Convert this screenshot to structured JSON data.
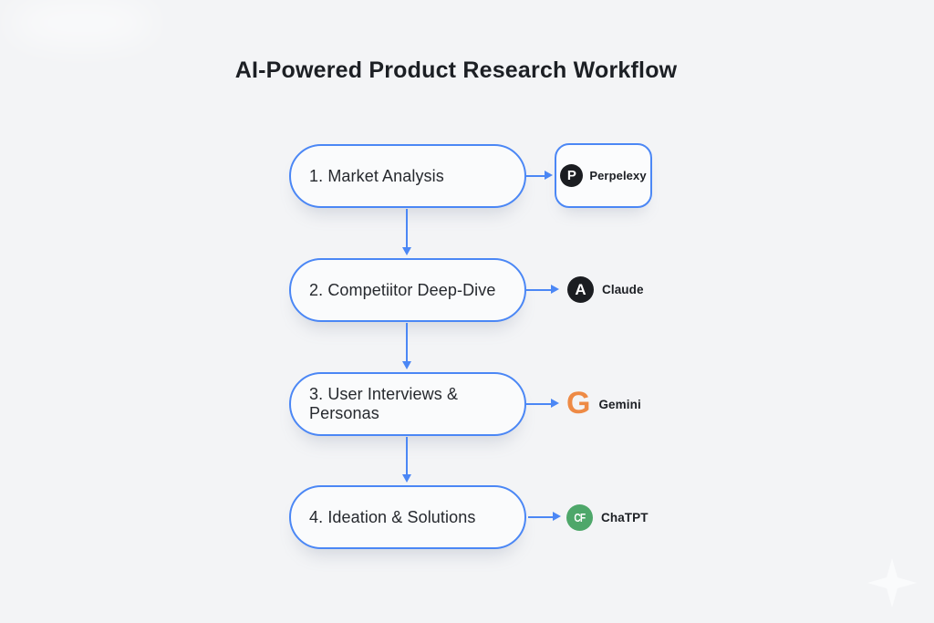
{
  "title": "AI-Powered Product Research Workflow",
  "colors": {
    "background": "#f3f4f6",
    "accent_blue": "#4b87f5",
    "text_dark": "#26292e",
    "perpelexy_black": "#1b1d21",
    "claude_black": "#1b1d21",
    "gemini_orange": "#ee8a45",
    "chatpt_green": "#4ea76a"
  },
  "steps": [
    {
      "label": "1. Market Analysis",
      "tool": {
        "name": "Perpelexy",
        "icon_glyph": "P",
        "boxed": true
      }
    },
    {
      "label": "2. Competiitor Deep-Dive",
      "tool": {
        "name": "Claude",
        "icon_glyph": "A",
        "boxed": false
      }
    },
    {
      "label": "3. User Interviews & Personas",
      "tool": {
        "name": "Gemini",
        "icon_glyph": "G",
        "boxed": false
      }
    },
    {
      "label": "4. Ideation & Solutions",
      "tool": {
        "name": "ChaTPT",
        "icon_glyph": "CF",
        "boxed": false
      }
    }
  ]
}
